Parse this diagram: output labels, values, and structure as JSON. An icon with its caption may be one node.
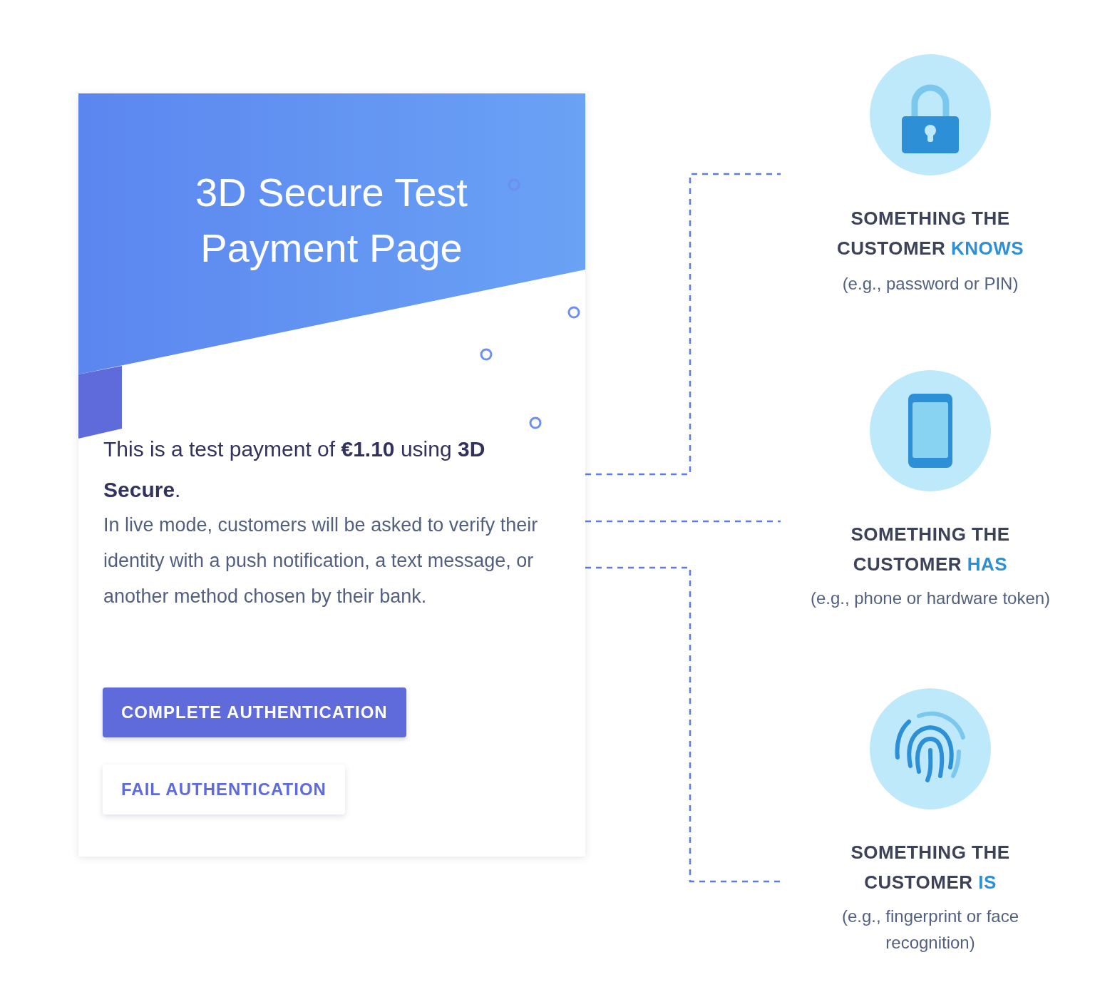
{
  "diagram": {
    "nodes": [
      {
        "text": [
          "3D Secure Test Payment Page",
          "This is a test payment of **€1.10** using **3D Secure**.",
          "In live mode, customers will be asked to verify their identity with a push notification, a text message, or another method chosen by their bank."
        ]
      },
      {
        "text": [
          "COMPLETE AUTHENTICATION"
        ],
        "in": 0
      },
      {
        "text": [
          "FAIL AUTHENTICATION"
        ],
        "in": 0
      },
      {
        "text": [
          "SOMETHING THE CUSTOMER **KNOWS**",
          "(e.g., password or PIN)"
        ]
      },
      {
        "text": [
          "SOMETHING THE CUSTOMER **HAS**",
          "(e.g., phone or hardware token)"
        ]
      },
      {
        "text": [
          "SOMETHING THE CUSTOMER **IS**",
          "(e.g., fingerprint or face recognition)"
        ]
      }
    ],
    "edges": [
      {
        "from": 0,
        "to": 3,
        "arrow": "none",
        "style": "dashed"
      },
      {
        "from": 0,
        "to": 4,
        "arrow": "none",
        "style": "dashed"
      },
      {
        "from": 0,
        "to": 5,
        "arrow": "none",
        "style": "dashed"
      }
    ]
  }
}
